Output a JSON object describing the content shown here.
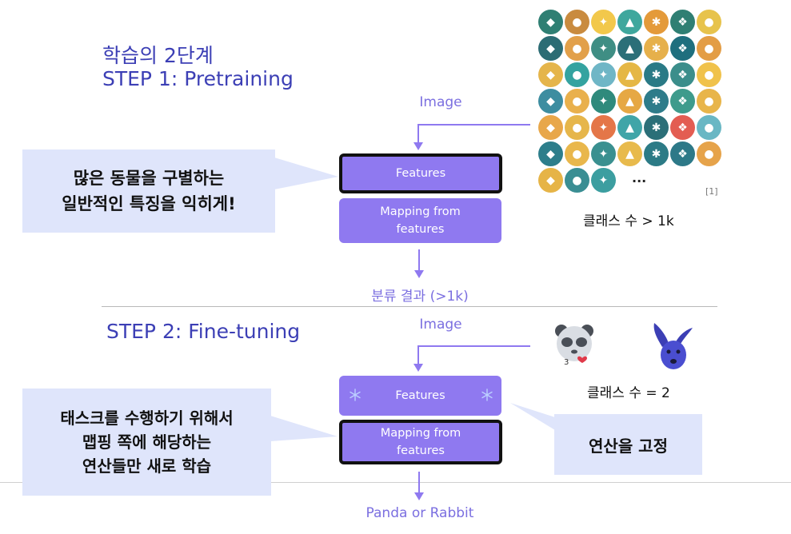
{
  "title": {
    "line1": "학습의 2단계",
    "line2": "STEP 1: Pretraining"
  },
  "step2_title": "STEP 2:  Fine-tuning",
  "step1": {
    "image_label": "Image",
    "features_label": "Features",
    "mapping_label_line1": "Mapping from",
    "mapping_label_line2": "features",
    "output_label": "분류 결과 (>1k)",
    "callout_line1": "많은 동물을 구별하는",
    "callout_line2": "일반적인 특징을 익히게!",
    "grid_ellipsis": "...",
    "citation": "[1]",
    "classes_caption": "클래스 수 > 1k"
  },
  "step2": {
    "image_label": "Image",
    "features_label": "Features",
    "mapping_label_line1": "Mapping from",
    "mapping_label_line2": "features",
    "output_label": "Panda or Rabbit",
    "callout_line1": "태스크를 수행하기 위해서",
    "callout_line2": "맵핑 쪽에 해당하는",
    "callout_line3": "연산들만 새로 학습",
    "frozen_callout": "연산을 고정",
    "classes_caption": "클래스 수 = 2",
    "icons": [
      "panda-emoji-icon",
      "rabbit-emoji-icon",
      "snowflake-icon"
    ]
  },
  "colors": {
    "accent": "#3c3fb5",
    "box_fill": "#8f79f0",
    "label": "#7b6fe0",
    "callout_bg": "#dfe5fb"
  },
  "animal_grid": {
    "icons": [
      "bat-icon",
      "bear-icon",
      "bee-icon",
      "bird-icon",
      "beetle-icon",
      "butterfly-icon",
      "camel-icon",
      "cat-icon",
      "cheetah-icon",
      "chicken-icon",
      "owl-icon",
      "cow-icon",
      "crocodile-icon",
      "chameleon-icon",
      "dog-icon",
      "dolphin-icon",
      "dove-icon",
      "duck-icon",
      "eagle-icon",
      "elephant-icon",
      "fish-icon",
      "flamingo-icon",
      "fox-icon",
      "frog-icon",
      "deer-icon",
      "gorilla-icon",
      "horse-icon",
      "kangaroo-icon",
      "lion-icon",
      "lion2-icon",
      "monkey-icon",
      "mouse-icon",
      "panda-icon",
      "parrot-icon",
      "penguin-icon",
      "shark-icon",
      "sheep-icon",
      "snake-icon",
      "spider-icon",
      "squirrel-icon",
      "starfish-icon",
      "tiger-icon",
      "turtle-icon",
      "wolf-icon",
      "zebra-icon"
    ],
    "colors": [
      "#2f7f73",
      "#c98b3f",
      "#f2c84b",
      "#3fa79d",
      "#e49a3a",
      "#2f7f73",
      "#e7c34c",
      "#2c6c74",
      "#e2a04a",
      "#3f8e84",
      "#2b6f78",
      "#e6b04b",
      "#1f6f7e",
      "#e39d45",
      "#e5b54b",
      "#34a3a0",
      "#6fb6c6",
      "#e5b745",
      "#2a7a86",
      "#3b8e8b",
      "#f0c24b",
      "#3d8da0",
      "#e9b04c",
      "#2f8a7c",
      "#e6a844",
      "#2e7c8a",
      "#3e9b8c",
      "#e8b54a",
      "#e8a74a",
      "#e6b64b",
      "#e47648",
      "#40a5a8",
      "#2b6f78",
      "#e35d52",
      "#69b7c4",
      "#2d7e8b",
      "#e9b74c",
      "#3a9090",
      "#e8ba4c",
      "#2c7b86",
      "#2d7988",
      "#e6a34a",
      "#e6b447",
      "#3a8e93",
      "#3c9ea0"
    ]
  }
}
